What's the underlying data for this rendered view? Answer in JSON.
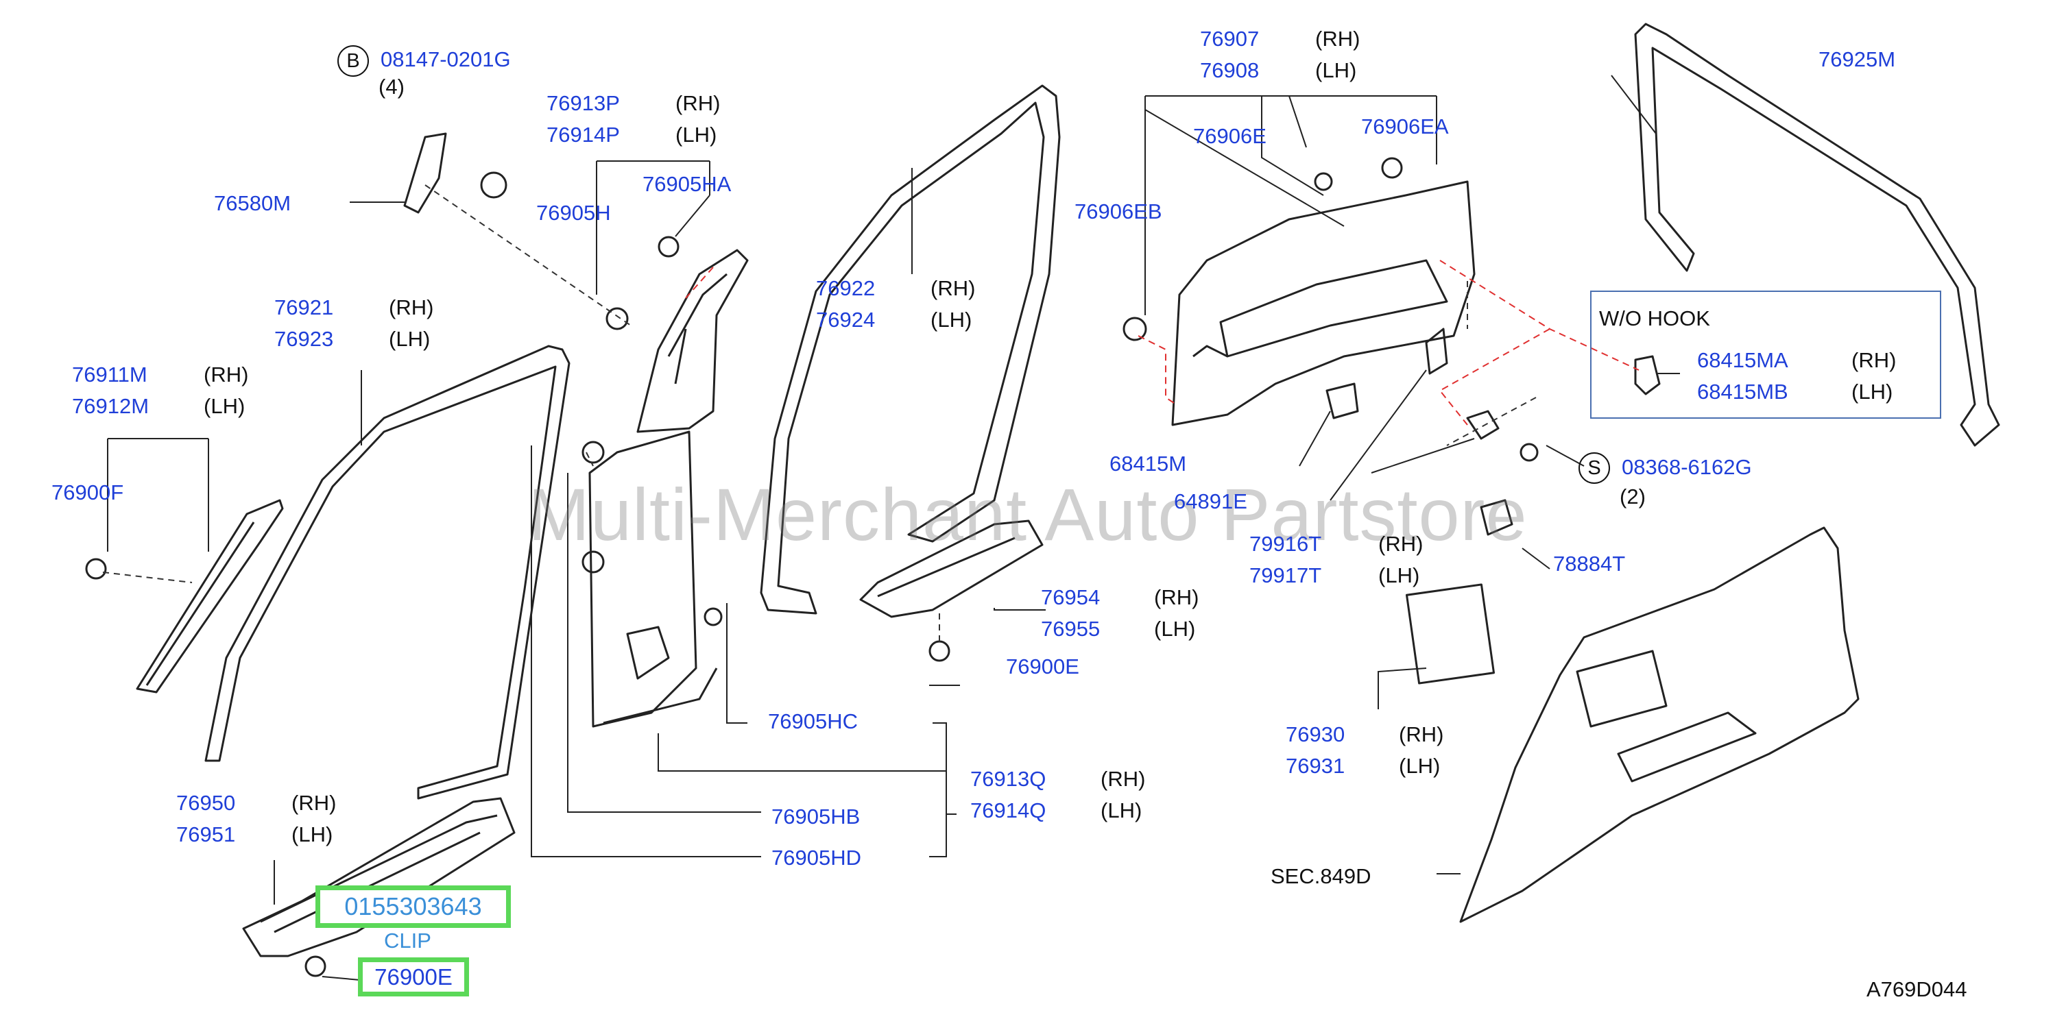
{
  "watermark": "Multi-Merchant Auto Partstore",
  "diagram_code": "A769D044",
  "sec_ref": "SEC.849D",
  "box_title": "W/O   HOOK",
  "highlight_part": "0155303643",
  "highlight_caption": "CLIP",
  "highlight_clip": "76900E",
  "symbols": {
    "B": "B",
    "S": "S"
  },
  "labels": {
    "p08147": "08147-0201G",
    "q4": "(4)",
    "p76580M": "76580M",
    "p76913P": "76913P",
    "p76914P": "76914P",
    "p76905HA": "76905HA",
    "p76905H": "76905H",
    "p76921": "76921",
    "p76923": "76923",
    "p76911M": "76911M",
    "p76912M": "76912M",
    "p76900F": "76900F",
    "p76922": "76922",
    "p76924": "76924",
    "p76907": "76907",
    "p76908": "76908",
    "p76906E": "76906E",
    "p76906EA": "76906EA",
    "p76906EB": "76906EB",
    "p76925M": "76925M",
    "p68415MA": "68415MA",
    "p68415MB": "68415MB",
    "p68415M": "68415M",
    "p64891E": "64891E",
    "p08368": "08368-6162G",
    "q2": "(2)",
    "p79916T": "79916T",
    "p79917T": "79917T",
    "p78884T": "78884T",
    "p76954": "76954",
    "p76955": "76955",
    "p76900E_top": "76900E",
    "p76905HC": "76905HC",
    "p76913Q": "76913Q",
    "p76914Q": "76914Q",
    "p76905HB": "76905HB",
    "p76905HD": "76905HD",
    "p76950": "76950",
    "p76951": "76951",
    "p76930": "76930",
    "p76931": "76931",
    "rh": "(RH)",
    "lh": "(LH)"
  },
  "colors": {
    "part_number": "#1f3fd8",
    "highlight_border": "#5bd858",
    "leader_dash_red": "#e03030",
    "box_border": "#4a6fb0"
  }
}
